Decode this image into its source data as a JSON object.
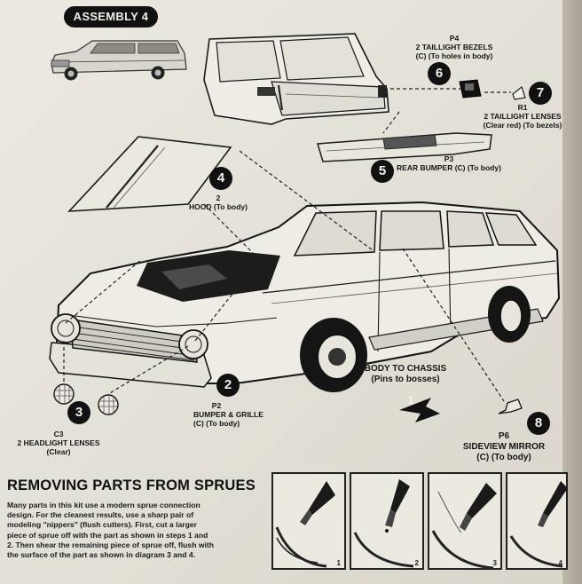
{
  "assembly_badge": "ASSEMBLY 4",
  "callouts": {
    "p4": {
      "code": "P4",
      "line1": "2 TAILLIGHT BEZELS",
      "line2": "(C) (To holes in body)",
      "step": "6"
    },
    "r1": {
      "code": "R1",
      "line1": "2 TAILLIGHT LENSES",
      "line2": "(Clear red) (To bezels)",
      "step": "7"
    },
    "p3": {
      "code": "P3",
      "line1": "REAR BUMPER (C) (To body)",
      "step": "5"
    },
    "hood": {
      "code": "2",
      "line1": "HOOD (To body)",
      "step": "4"
    },
    "p2": {
      "code": "P2",
      "line1": "BUMPER & GRILLE",
      "line2": "(C) (To body)",
      "step": "2"
    },
    "c3": {
      "code": "C3",
      "line1": "2 HEADLIGHT LENSES",
      "line2": "(Clear)",
      "step": "3"
    },
    "chassis": {
      "line1": "BODY TO CHASSIS",
      "line2": "(Pins to bosses)",
      "step": "1"
    },
    "p6": {
      "code": "P6",
      "line1": "SIDEVIEW MIRROR",
      "line2": "(C) (To body)",
      "step": "8"
    }
  },
  "sprues": {
    "heading": "REMOVING PARTS FROM SPRUES",
    "text_lines": [
      "Many parts in this kit use a modern sprue connection",
      "design. For the cleanest results, use a sharp pair of",
      "modeling \"nippers\" (flush cutters). First, cut a larger",
      "piece of sprue off with the part as shown in steps 1 and",
      "2. Then shear the remaining piece of sprue off, flush with",
      "the surface of the part as shown in diagram 3 and 4."
    ],
    "diagram_numbers": [
      "1",
      "2",
      "3",
      "4"
    ]
  }
}
